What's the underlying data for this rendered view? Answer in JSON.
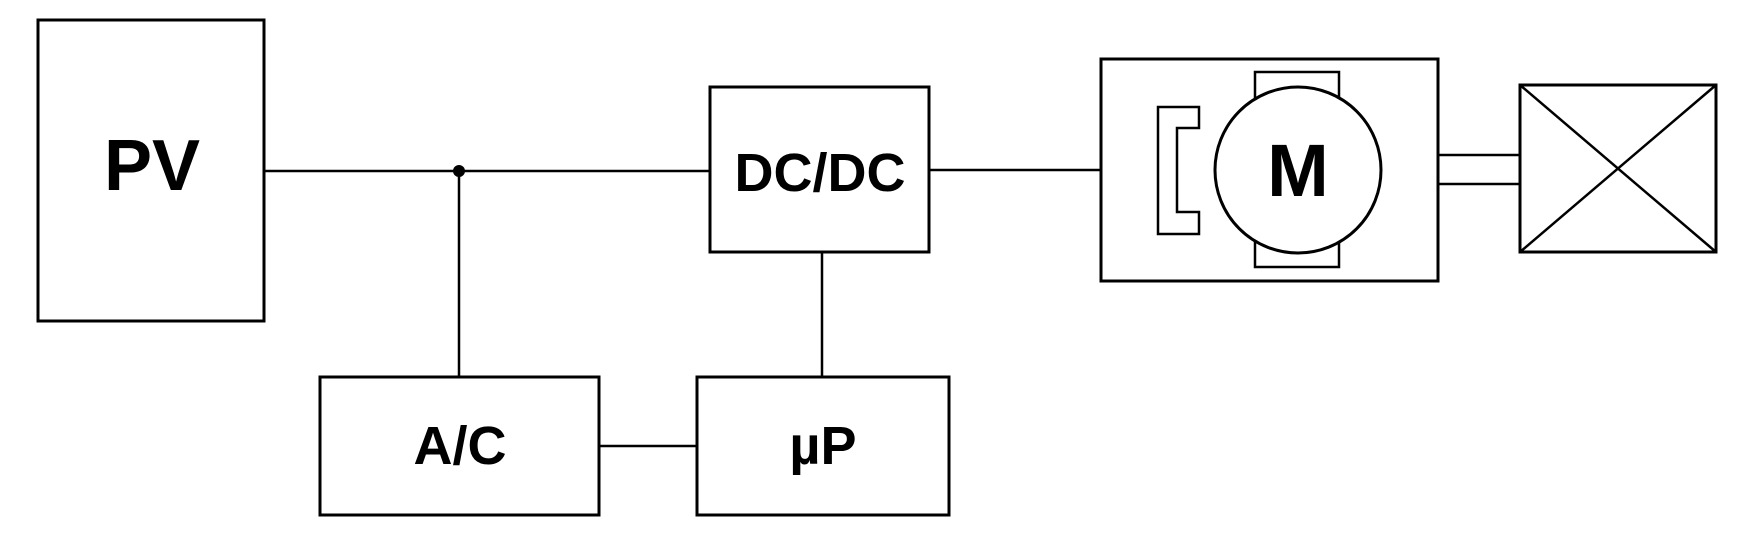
{
  "blocks": {
    "pv": "PV",
    "dcdc": "DC/DC",
    "ac": "A/C",
    "up": "µP",
    "motor": "M"
  }
}
